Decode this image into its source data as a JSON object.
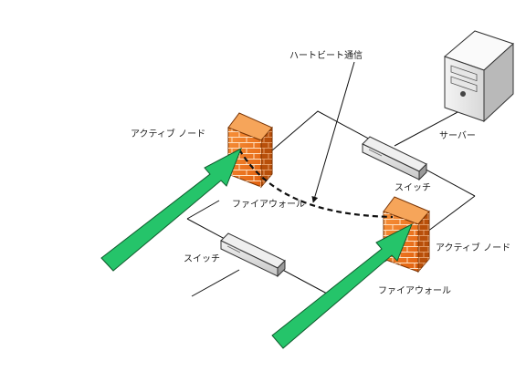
{
  "labels": {
    "heartbeat": "ハートビート通信",
    "active_node_top": "アクティブ ノード",
    "active_node_bottom": "アクティブ ノード",
    "server": "サーバー",
    "switch_top": "スイッチ",
    "switch_bottom": "スイッチ",
    "firewall_top": "ファイアウォール",
    "firewall_bottom": "ファイアウォール"
  },
  "colors": {
    "arrow_fill": "#25c46a",
    "arrow_stroke": "#0f5a2c",
    "firewall_front": "#ef7a1a",
    "firewall_side": "#b84f0a",
    "firewall_top": "#f6a55a",
    "firewall_brick_lines": "#ffe0c0",
    "line": "#111111"
  },
  "icons": {
    "firewall": "firewall-brick-icon",
    "switch": "network-switch-icon",
    "server": "tower-server-icon"
  }
}
